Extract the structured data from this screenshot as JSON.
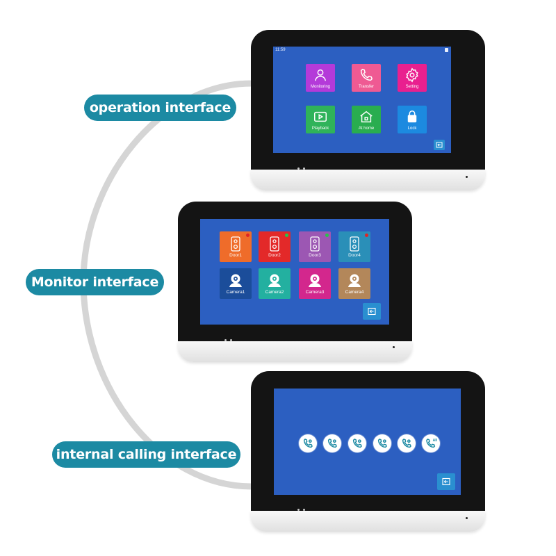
{
  "labels": {
    "operation": "operation interface",
    "monitor": "Monitor interface",
    "internal": "internal calling interface"
  },
  "operation_screen": {
    "status_time": "11:59",
    "tiles": [
      {
        "label": "Monitoring",
        "color": "#b43ad9",
        "icon": "person-icon"
      },
      {
        "label": "Transfer",
        "color": "#ef5a93",
        "icon": "phone-icon"
      },
      {
        "label": "Setting",
        "color": "#e9208f",
        "icon": "gear-icon"
      },
      {
        "label": "Playback",
        "color": "#2fb35a",
        "icon": "play-icon"
      },
      {
        "label": "At home",
        "color": "#29ad4f",
        "icon": "home-icon"
      },
      {
        "label": "Lock",
        "color": "#1c8ae0",
        "icon": "lock-icon"
      }
    ]
  },
  "monitor_screen": {
    "doors": [
      {
        "label": "Door1",
        "color": "#ef6c2a",
        "dot": "#e02525"
      },
      {
        "label": "Door2",
        "color": "#e32929",
        "dot": "#27c24c"
      },
      {
        "label": "Door3",
        "color": "#9c57b3",
        "dot": "#27c24c"
      },
      {
        "label": "Door4",
        "color": "#2a8fb8",
        "dot": "#e02525"
      }
    ],
    "cameras": [
      {
        "label": "Camera1",
        "color": "#1b4d9a"
      },
      {
        "label": "Camera2",
        "color": "#23b0a0"
      },
      {
        "label": "Camera3",
        "color": "#d3278d"
      },
      {
        "label": "Camera4",
        "color": "#b3875a"
      }
    ]
  },
  "internal_screen": {
    "calls": [
      {
        "name": "call-1"
      },
      {
        "name": "call-2"
      },
      {
        "name": "call-3"
      },
      {
        "name": "call-4"
      },
      {
        "name": "call-5"
      },
      {
        "name": "call-all",
        "badge": "All"
      }
    ]
  },
  "colors": {
    "pill": "#1c8aa3",
    "screen": "#2c5fc1",
    "bezel": "#141414",
    "arc": "#d5d5d5"
  }
}
